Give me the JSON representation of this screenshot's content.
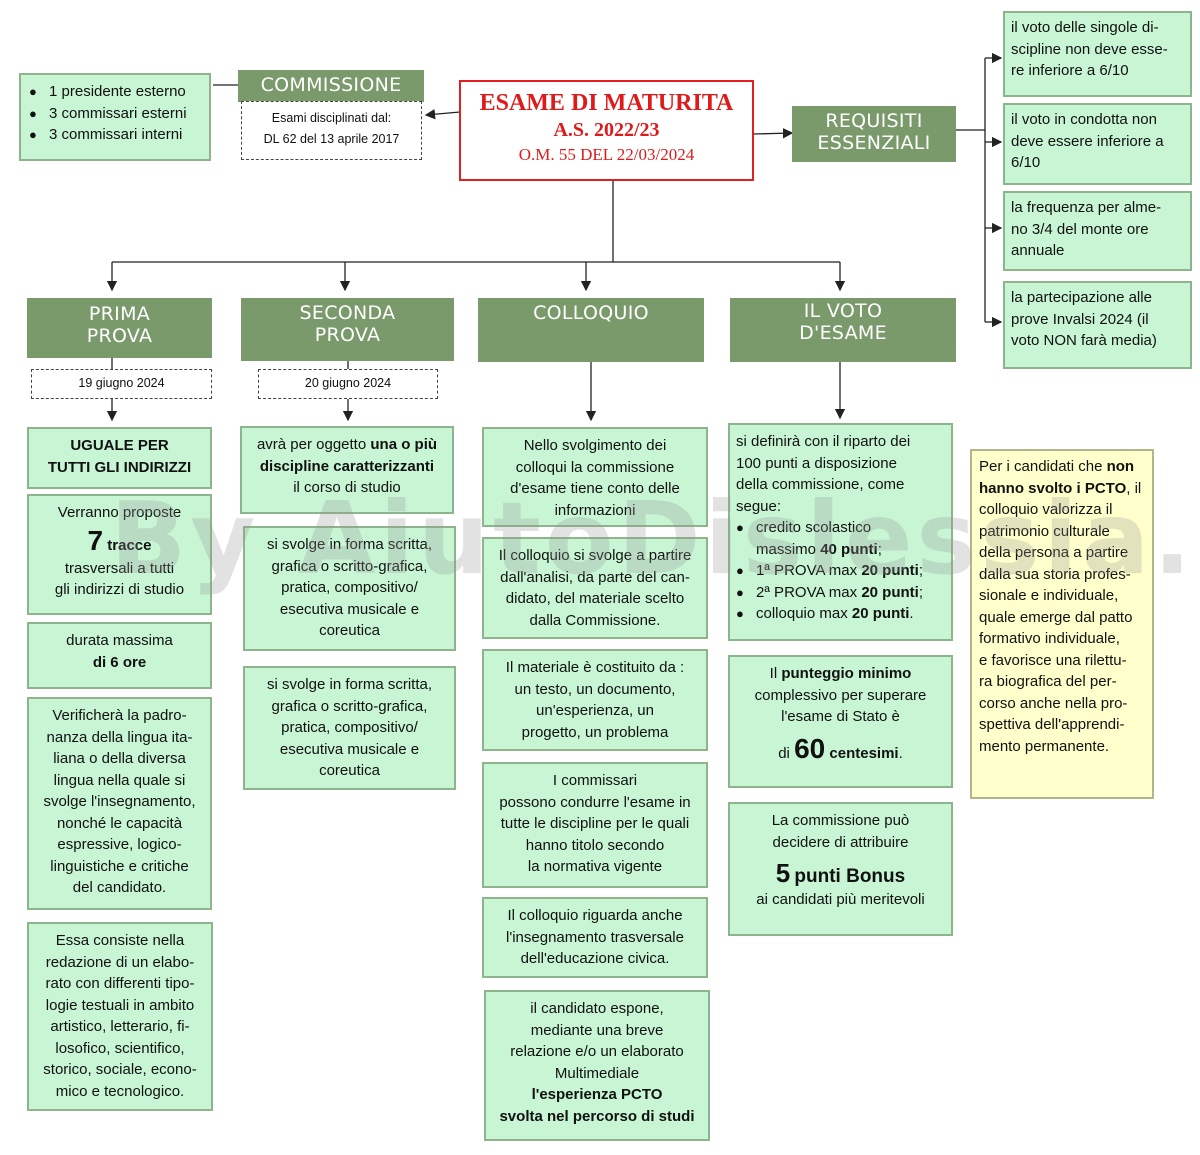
{
  "title": {
    "line1": "ESAME DI MATURITA",
    "line2": "A.S. 2022/23",
    "line3": "O.M. 55  DEL 22/03/2024"
  },
  "commissione": {
    "header": "COMMISSIONE",
    "note_line1": "Esami disciplinati dal:",
    "note_line2": "DL 62 del 13 aprile 2017",
    "members": [
      "1 presidente esterno",
      "3 commissari esterni",
      "3 commissari interni"
    ]
  },
  "requisiti": {
    "header_line1": "REQUISITI",
    "header_line2": "ESSENZIALI",
    "items": [
      "il voto delle singole di-\nscipline non deve esse-\nre inferiore a 6/10",
      "il voto in condotta non\ndeve essere inferiore a\n6/10",
      "la frequenza per alme-\nno 3/4 del monte ore\nannuale",
      "la partecipazione alle\nprove Invalsi 2024 (il\nvoto NON farà media)"
    ]
  },
  "prima": {
    "header_line1": "PRIMA",
    "header_line2": "PROVA",
    "date": "19 giugno 2024",
    "box1_line1": "UGUALE PER",
    "box1_line2": "TUTTI GLI INDIRIZZI",
    "box2_pre": "Verranno proposte",
    "box2_num": "7",
    "box2_word": "tracce",
    "box2_post1": "trasversali a tutti",
    "box2_post2": "gli indirizzi di studio",
    "box3_line1": "durata massima",
    "box3_line2": "di 6 ore",
    "box4": "Verificherà la padro-\nnanza della lingua ita-\nliana o della diversa\nlingua nella quale si\nsvolge l'insegnamento,\nnonché le capacità\nespressive, logico-\nlinguistiche e critiche\ndel candidato.",
    "box5": "Essa consiste nella\nredazione di un elabo-\nrato con differenti tipo-\nlogie testuali in ambito\nartistico, letterario, fi-\nlosofico, scientifico,\nstorico, sociale, econo-\nmico e tecnologico."
  },
  "seconda": {
    "header_line1": "SECONDA",
    "header_line2": "PROVA",
    "date": "20 giugno 2024",
    "box1_pre": "avrà per oggetto ",
    "box1_bold1": "una o più",
    "box1_bold2": "discipline caratterizzanti",
    "box1_post": "il corso di studio",
    "box2": "si svolge in forma scritta,\ngrafica o scritto-grafica,\npratica, compositivo/\nesecutiva musicale e\ncoreutica",
    "box3": "si svolge in forma scritta,\ngrafica o scritto-grafica,\npratica, compositivo/\nesecutiva musicale e\ncoreutica"
  },
  "colloquio": {
    "header": "COLLOQUIO",
    "box1": "Nello svolgimento dei\ncolloqui la commissione\nd'esame tiene conto delle\ninformazioni",
    "box2": "Il colloquio si svolge a partire\ndall'analisi, da parte del can-\ndidato, del materiale scelto\ndalla Commissione.",
    "box3": "Il materiale è costituito da :\nun testo, un documento,\nun'esperienza, un\nprogetto, un problema",
    "box4": "I commissari\npossono condurre l'esame in\ntutte le discipline per le quali\nhanno titolo secondo\nla normativa vigente",
    "box5": "Il colloquio riguarda anche\nl'insegnamento trasversale\ndell'educazione civica.",
    "box6_text": "il candidato espone,\nmediante una breve\nrelazione e/o un elaborato\nMultimediale",
    "box6_bold": "l'esperienza PCTO\nsvolta nel percorso di studi"
  },
  "voto": {
    "header_line1": "IL VOTO",
    "header_line2": "D'ESAME",
    "box1_intro": "si definirà con il riparto dei\n100 punti a disposizione\ndella commissione, come\nsegue:",
    "b1_pre": "credito scolastico",
    "b1_line2_pre": "massimo ",
    "b1_bold": "40 punti",
    "b1_post": ";",
    "b2_pre": "1ª PROVA max ",
    "b2_bold": "20 punti",
    "b2_post": ";",
    "b3_pre": "2ª PROVA max ",
    "b3_bold": "20 punti",
    "b3_post": ";",
    "b4_pre": "colloquio max ",
    "b4_bold": "20 punti",
    "b4_post": ".",
    "box2_pre": "Il ",
    "box2_bold": "punteggio minimo",
    "box2_mid": "complessivo per superare\nl'esame di Stato è",
    "box2_di": "di ",
    "box2_num": "60",
    "box2_word": "centesimi",
    "box2_end": ".",
    "box3_line1": "La commissione può",
    "box3_line2": "decidere di attribuire",
    "box3_num": "5",
    "box3_word": "punti Bonus",
    "box3_line3": "ai candidati più meritevoli"
  },
  "pcto_note": {
    "pre": "Per i candidati che ",
    "bold1": "non",
    "bold2": "hanno svolto i PCTO",
    "post": ", il\ncolloquio valorizza il\npatrimonio culturale\ndella persona a partire\ndalla sua storia profes-\nsionale e individuale,\nquale emerge dal patto\nformativo individuale,\ne favorisce una rilettu-\nra biografica del per-\ncorso anche nella pro-\nspettiva dell'apprendi-\nmento permanente."
  },
  "watermark": "By AiutoDislessia.net",
  "colors": {
    "box_fill": "#c8f5d4",
    "box_border": "#8db48a",
    "header_fill": "#7a9a6c",
    "title_red": "#e01a1a",
    "note_fill": "#ffffcc"
  }
}
